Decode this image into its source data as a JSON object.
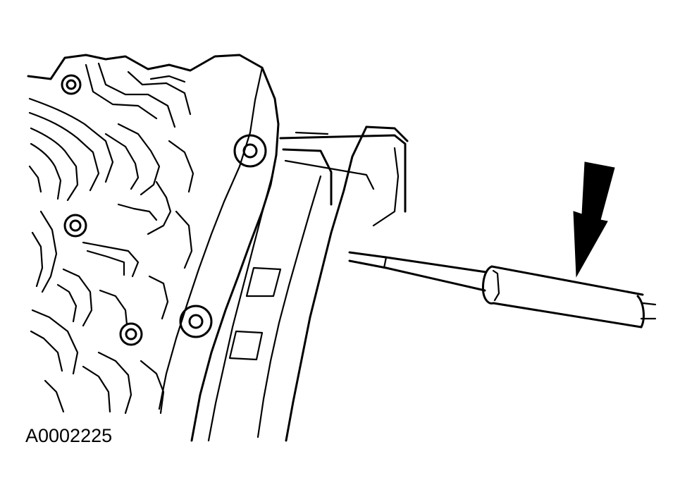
{
  "figure": {
    "id_label": "A0002225",
    "components": [
      "transmission-case-valve-body",
      "seal-tool",
      "direction-arrow"
    ],
    "colors": {
      "ink": "#000000",
      "background": "#ffffff"
    }
  }
}
